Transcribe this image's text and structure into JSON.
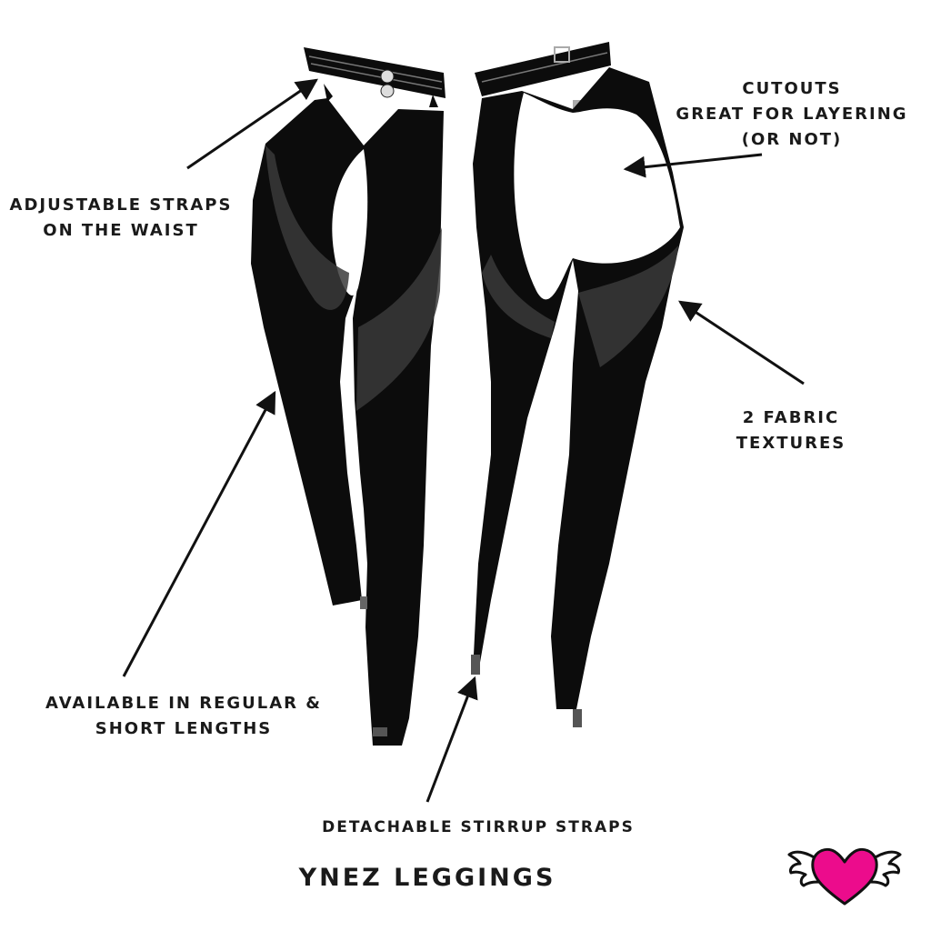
{
  "annotations": {
    "waist": [
      "ADJUSTABLE STRAPS",
      "ON THE WAIST"
    ],
    "cutouts": [
      "CUTOUTS",
      "GREAT FOR LAYERING",
      "(OR NOT)"
    ],
    "fabric": [
      "2 FABRIC",
      "TEXTURES"
    ],
    "lengths": [
      "AVAILABLE IN REGULAR &",
      "SHORT LENGTHS"
    ],
    "stirrup": [
      "DETACHABLE STIRRUP STRAPS"
    ]
  },
  "product": {
    "title": "YNEZ LEGGINGS"
  },
  "colors": {
    "garment": "#0c0c0c",
    "mesh": "#3a3a3a",
    "text": "#1a1a1a",
    "heart": "#ec0c8c"
  },
  "icons": {
    "logo": "winged-heart-icon",
    "arrows": "arrow-icon"
  }
}
